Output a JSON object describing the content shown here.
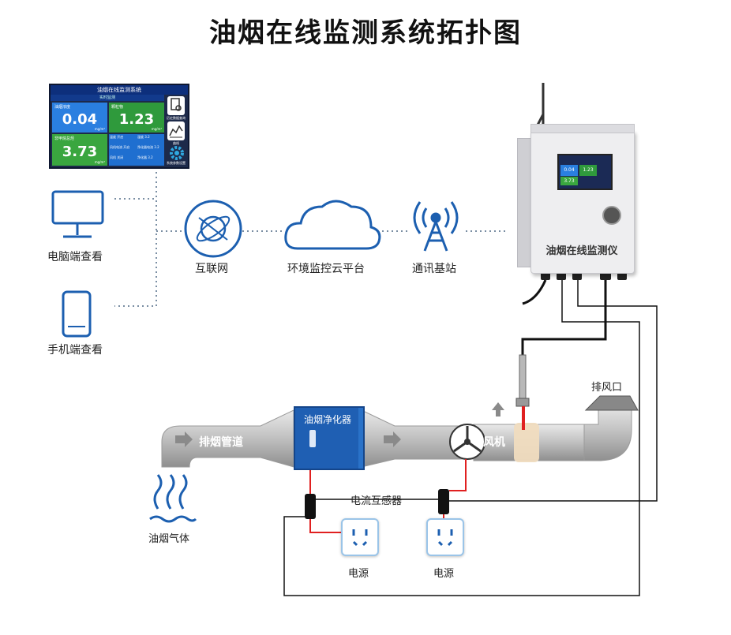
{
  "title": "油烟在线监测系统拓扑图",
  "screen": {
    "header": "油烟在线监测系统",
    "subheader": "实时监测",
    "tiles": [
      {
        "label": "油烟浓度",
        "value": "0.04",
        "unit": "mg/m³",
        "color": "#2a7fe0"
      },
      {
        "label": "颗粒物",
        "value": "1.23",
        "unit": "mg/m³",
        "color": "#2f9a3c"
      },
      {
        "label": "非甲烷总烃",
        "value": "3.73",
        "unit": "mg/m³",
        "color": "#3aa63f"
      }
    ],
    "small_cells": [
      {
        "label": "温度",
        "value": "开启"
      },
      {
        "label": "湿度",
        "value": "3.2"
      },
      {
        "label": "风机电流",
        "value": "开启"
      },
      {
        "label": "净化器电流",
        "value": "3.2"
      },
      {
        "label": "风机",
        "value": "关闭"
      },
      {
        "label": "净化器",
        "value": "3.2"
      }
    ],
    "side_items": [
      {
        "icon": "document-search-icon",
        "label": "历史数据查询"
      },
      {
        "icon": "trend-chart-icon",
        "label": "曲线"
      },
      {
        "icon": "settings-gear-icon",
        "label": "系统参数设置"
      }
    ]
  },
  "labels": {
    "pc": "电脑端查看",
    "phone": "手机端查看",
    "internet": "互联网",
    "cloud": "环境监控云平台",
    "station": "通讯基站",
    "device": "油烟在线监测仪",
    "outlet": "排风口",
    "duct": "排烟管道",
    "purifier": "油烟净化器",
    "fan": "风机",
    "current_sensor": "电流互感器",
    "power1": "电源",
    "power2": "电源",
    "smoke": "油烟气体"
  },
  "device_screen": {
    "v1": "0.04",
    "v2": "1.23",
    "v3": "3.73"
  },
  "colors": {
    "blue": "#1f5fb3",
    "icon_blue": "#1c5fb0",
    "wire_red": "#e02020",
    "duct_gray": "#bdbdbd",
    "dotted": "#7a8ea3"
  }
}
